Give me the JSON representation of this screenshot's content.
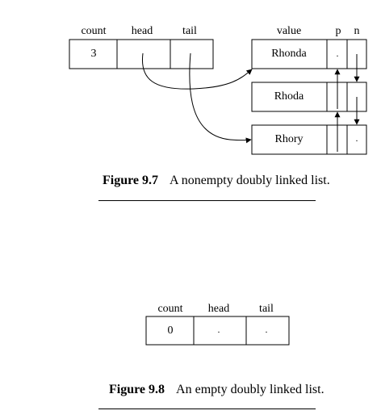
{
  "figure_9_7": {
    "list_headers": {
      "count": "count",
      "head": "head",
      "tail": "tail"
    },
    "count_value": "3",
    "node_headers": {
      "value": "value",
      "prev": "p",
      "next": "n"
    },
    "nodes": [
      {
        "value": "Rhonda",
        "prev": "·",
        "next": ""
      },
      {
        "value": "Rhoda",
        "prev": "",
        "next": ""
      },
      {
        "value": "Rhory",
        "prev": "",
        "next": "·"
      }
    ],
    "caption_label": "Figure 9.7",
    "caption_text": "A nonempty doubly linked list."
  },
  "figure_9_8": {
    "list_headers": {
      "count": "count",
      "head": "head",
      "tail": "tail"
    },
    "count_value": "0",
    "head_value": "·",
    "tail_value": "·",
    "caption_label": "Figure 9.8",
    "caption_text": "An empty doubly linked list."
  }
}
